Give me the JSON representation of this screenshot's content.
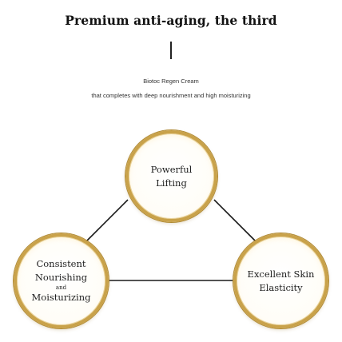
{
  "header": {
    "title": "Premium anti-aging, the third",
    "product_name": "Biotoc Regen Cream",
    "product_description": "that completes with deep nourishment and high moisturizing"
  },
  "benefits": {
    "top": {
      "line1": "Powerful",
      "line2": "Lifting"
    },
    "left": {
      "line1": "Consistent",
      "line2": "Nourishing",
      "line3": "and",
      "line4": "Moisturizing"
    },
    "right": {
      "line1": "Excellent Skin",
      "line2": "Elasticity"
    }
  },
  "colors": {
    "gold_ring": "#c9a24a",
    "connector_line": "#1a1a1a",
    "text": "#1a1a1a"
  }
}
